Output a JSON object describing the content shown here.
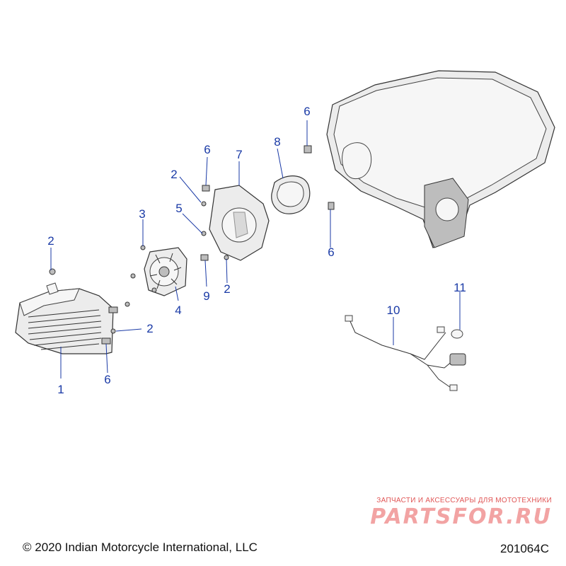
{
  "callouts": [
    {
      "id": "c1",
      "label": "1"
    },
    {
      "id": "c2a",
      "label": "2"
    },
    {
      "id": "c2b",
      "label": "2"
    },
    {
      "id": "c2c",
      "label": "2"
    },
    {
      "id": "c2d",
      "label": "2"
    },
    {
      "id": "c3",
      "label": "3"
    },
    {
      "id": "c4",
      "label": "4"
    },
    {
      "id": "c5",
      "label": "5"
    },
    {
      "id": "c6a",
      "label": "6"
    },
    {
      "id": "c6b",
      "label": "6"
    },
    {
      "id": "c6c",
      "label": "6"
    },
    {
      "id": "c6d",
      "label": "6"
    },
    {
      "id": "c7",
      "label": "7"
    },
    {
      "id": "c8",
      "label": "8"
    },
    {
      "id": "c9",
      "label": "9"
    },
    {
      "id": "c10",
      "label": "10"
    },
    {
      "id": "c11",
      "label": "11"
    }
  ],
  "footer": {
    "copyright": "© 2020 Indian Motorcycle International, LLC",
    "drawing_code": "201064C"
  },
  "watermark": {
    "tagline": "ЗАПЧАСТИ И АКСЕССУАРЫ ДЛЯ МОТОТЕХНИКИ",
    "brand": "PARTSFOR.RU"
  },
  "colors": {
    "callout": "#1a3aa6",
    "watermark": "#e05555"
  }
}
